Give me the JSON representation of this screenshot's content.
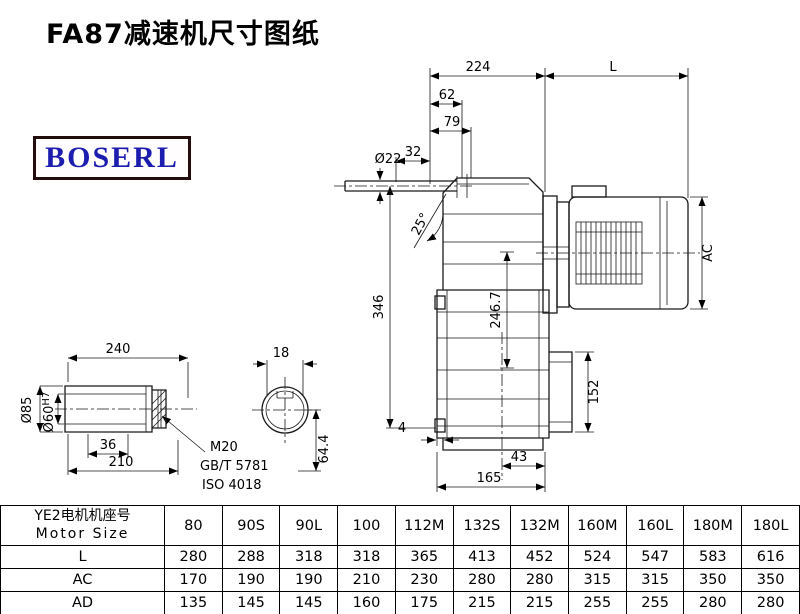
{
  "page": {
    "title": "FA87减速机尺寸图纸",
    "logo_text": "BOSERL"
  },
  "dims": {
    "top_width": "224",
    "motor_length": "L",
    "d62": "62",
    "d79": "79",
    "d32": "32",
    "shaft_dia": "Ø22",
    "angle": "25°",
    "height_346": "346",
    "d246_7": "246.7",
    "motor_ac": "AC",
    "d152": "152",
    "d4": "4",
    "d43": "43",
    "d165": "165",
    "shaft_len_240": "240",
    "key_width_18": "18",
    "shaft_dia_85": "Ø85",
    "bore_dia_60": "Ø60",
    "bore_tol": "H7",
    "d36": "36",
    "d210": "210",
    "bolt_spec": "M20",
    "std_gb": "GB/T 5781",
    "std_iso": "ISO 4018",
    "d64_4": "64.4"
  },
  "table": {
    "header_line1": "YE2电机机座号",
    "header_line2": "Motor Size",
    "sizes": [
      "80",
      "90S",
      "90L",
      "100",
      "112M",
      "132S",
      "132M",
      "160M",
      "160L",
      "180M",
      "180L"
    ],
    "rows": [
      {
        "label": "L",
        "values": [
          "280",
          "288",
          "318",
          "318",
          "365",
          "413",
          "452",
          "524",
          "547",
          "583",
          "616"
        ]
      },
      {
        "label": "AC",
        "values": [
          "170",
          "190",
          "190",
          "210",
          "230",
          "280",
          "280",
          "315",
          "315",
          "350",
          "350"
        ]
      },
      {
        "label": "AD",
        "values": [
          "135",
          "145",
          "145",
          "160",
          "175",
          "215",
          "215",
          "255",
          "255",
          "280",
          "280"
        ]
      }
    ]
  }
}
